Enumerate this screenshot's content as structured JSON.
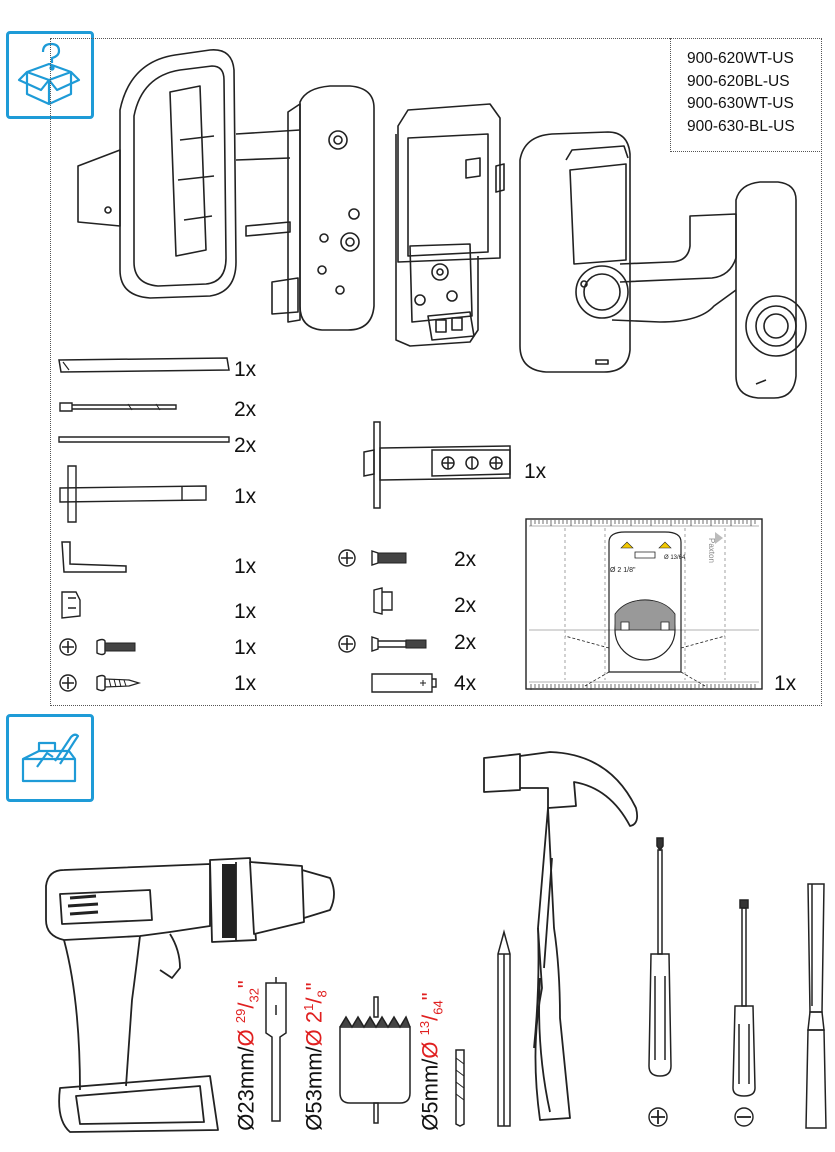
{
  "models": [
    "900-620WT-US",
    "900-620BL-US",
    "900-630WT-US",
    "900-630-BL-US"
  ],
  "parts_quantities": {
    "spindle_flat": "1x",
    "through_bolt": "2x",
    "rod": "2x",
    "t_spindle": "1x",
    "hex_key": "1x",
    "clip": "1x",
    "screw_round": "1x",
    "wood_screw": "1x",
    "latch": "1x",
    "flat_screw": "2x",
    "sleeve_nut": "2x",
    "long_screw": "2x",
    "battery": "4x",
    "template": "1x"
  },
  "template_labels": {
    "brand": "Paxton",
    "hole_a": "Ø 2 1/8\"",
    "hole_b": "Ø 13/64"
  },
  "tools": {
    "drill_bit_1": {
      "mm": "Ø23mm/",
      "inch_prefix": "Ø ",
      "inch_num": "29",
      "inch_den": "32",
      "inch_suffix": "\""
    },
    "drill_bit_2": {
      "mm": "Ø53mm/",
      "inch_prefix": "Ø 2",
      "inch_num": "1",
      "inch_den": "8",
      "inch_suffix": "\""
    },
    "drill_bit_3": {
      "mm": "Ø5mm/",
      "inch_prefix": "Ø ",
      "inch_num": "13",
      "inch_den": "64",
      "inch_suffix": "\""
    }
  },
  "colors": {
    "accent": "#1e9bd7",
    "red": "#e02020"
  },
  "icons": [
    "box-contents-icon",
    "toolbox-icon"
  ]
}
